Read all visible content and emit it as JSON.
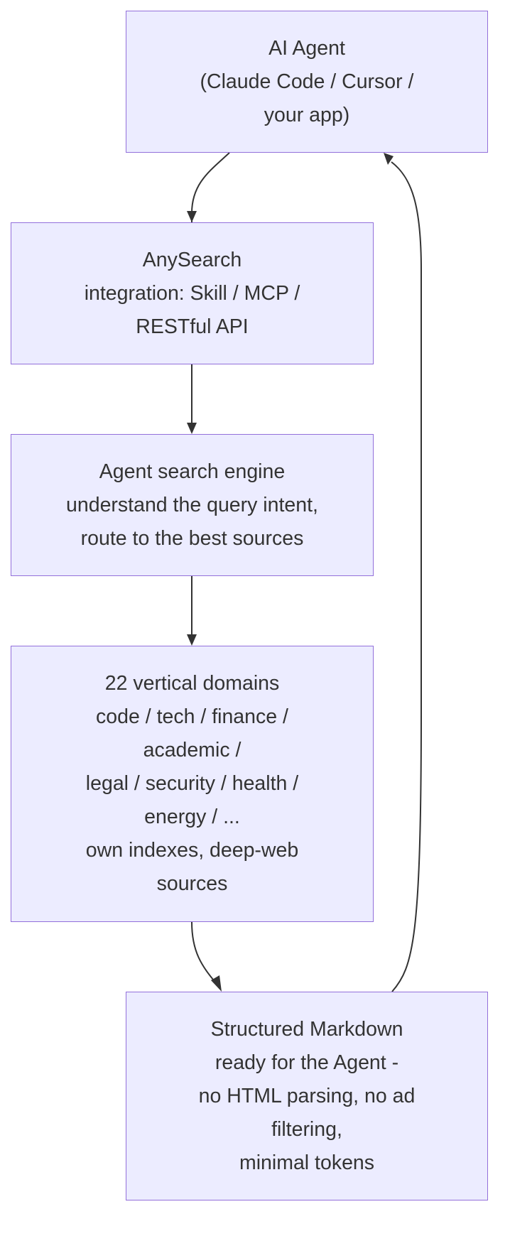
{
  "diagram": {
    "type": "flowchart",
    "colors": {
      "node_fill": "#ececff",
      "node_border": "#9370db",
      "edge": "#333333",
      "text": "#333333"
    },
    "nodes": [
      {
        "id": "agent",
        "lines": [
          "AI Agent",
          "(Claude Code / Cursor /",
          "your app)"
        ]
      },
      {
        "id": "anysearch",
        "lines": [
          "AnySearch",
          "integration: Skill / MCP /",
          "RESTful API"
        ]
      },
      {
        "id": "engine",
        "lines": [
          "Agent search engine",
          "understand the query intent,",
          "route to the best sources"
        ]
      },
      {
        "id": "domains",
        "lines": [
          "22 vertical domains",
          "code / tech / finance /",
          "academic /",
          "legal / security / health /",
          "energy / ...",
          "own indexes, deep-web",
          "sources"
        ]
      },
      {
        "id": "markdown",
        "lines": [
          "Structured Markdown",
          "ready for the Agent -",
          "no HTML parsing, no ad",
          "filtering,",
          "minimal tokens"
        ]
      }
    ],
    "edges": [
      {
        "from": "agent",
        "to": "anysearch"
      },
      {
        "from": "anysearch",
        "to": "engine"
      },
      {
        "from": "engine",
        "to": "domains"
      },
      {
        "from": "domains",
        "to": "markdown"
      },
      {
        "from": "markdown",
        "to": "agent"
      }
    ]
  }
}
